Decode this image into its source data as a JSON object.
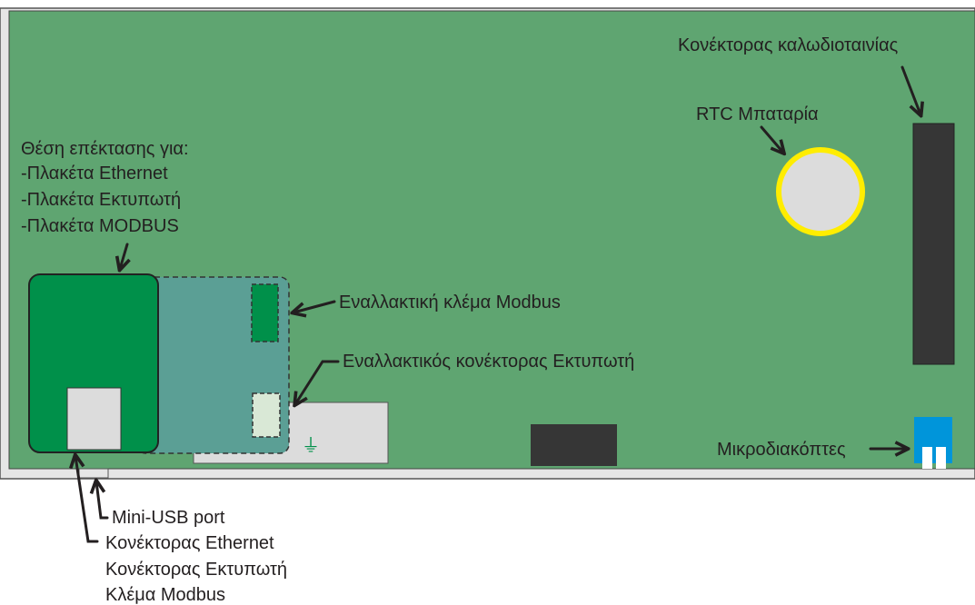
{
  "colors": {
    "board": "#5fa571",
    "board_edge": "#e6e6e6",
    "module": "#00904a",
    "module_dashed": "#5b9f95",
    "dark_part": "#363636",
    "connector_light": "#dcdcdc",
    "battery_ring": "#ffed00",
    "dip_blue": "#0095da"
  },
  "labels": {
    "ribbon_connector": "Κονέκτορας καλωδιοταινίας",
    "rtc_battery": "RTC Μπαταρία",
    "expansion_title": "Θέση επέκτασης για:",
    "expansion_ethernet": "-Πλακέτα Ethernet",
    "expansion_printer": "-Πλακέτα Εκτυπωτή",
    "expansion_modbus": "-Πλακέτα MODBUS",
    "alt_modbus_terminal": "Εναλλακτική κλέμα Modbus",
    "alt_printer_connector": "Εναλλακτικός κονέκτορας Εκτυπωτή",
    "dip_switches": "Μικροδιακόπτες",
    "mini_usb": "Mini-USB port",
    "ethernet_connector": "Κονέκτορας Ethernet",
    "printer_connector": "Κονέκτορας Εκτυπωτή",
    "modbus_terminal": "Κλέμα Modbus"
  },
  "icons": {
    "ground_symbol": "⏚"
  }
}
